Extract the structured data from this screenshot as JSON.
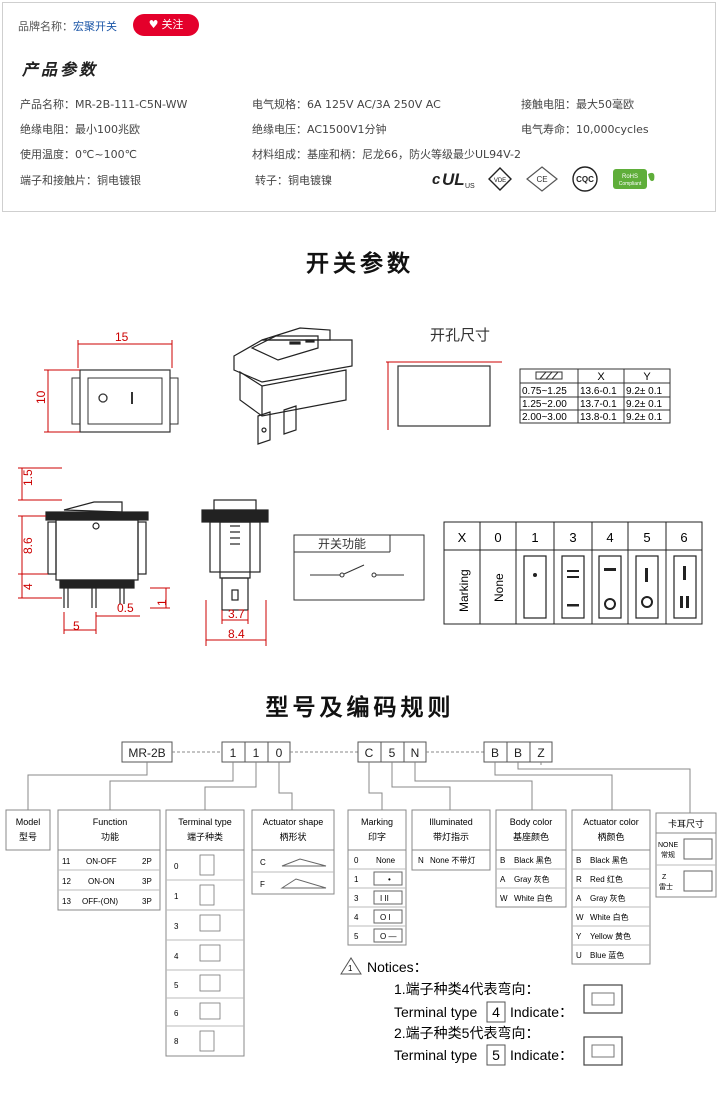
{
  "header": {
    "brand_label": "品牌名称：",
    "brand_value": "宏聚开关",
    "follow_label": "关注",
    "section_title": "产品参数"
  },
  "specs": [
    {
      "label": "产品名称：",
      "value": "MR-2B-111-C5N-WW"
    },
    {
      "label": "电气规格：",
      "value": "6A  125V  AC/3A 250V  AC"
    },
    {
      "label": "接触电阻：",
      "value": "最大50毫欧"
    },
    {
      "label": "绝缘电阻：",
      "value": "最小100兆欧"
    },
    {
      "label": "绝缘电压：",
      "value": "AC1500V1分钟"
    },
    {
      "label": "电气寿命：",
      "value": "10,000cycles"
    },
    {
      "label": "使用温度：",
      "value": "0℃~100℃"
    },
    {
      "label": "材料组成：",
      "value": "基座和柄：尼龙66，防火等级最少UL94V-2"
    },
    {
      "label": "端子和接触片：",
      "value": "铜电镀银"
    },
    {
      "label": "转子：",
      "value": "铜电镀镍"
    }
  ],
  "certs": [
    "cULus",
    "VDE",
    "CE",
    "CQC",
    "RoHS"
  ],
  "section1": {
    "title": "开关参数",
    "panel_title": "开孔尺寸",
    "function_title": "开关功能",
    "dims": {
      "w15": "15",
      "h10": "10",
      "d15": "1.5",
      "d86": "8.6",
      "d4": "4",
      "d05": "0.5",
      "d5": "5",
      "d1": "1",
      "d37": "3.7",
      "d84": "8.4"
    },
    "panel_table": {
      "headers": [
        "",
        "X",
        "Y"
      ],
      "rows": [
        [
          "0.75~1.25",
          "13.6-0.1",
          "9.2± 0.1"
        ],
        [
          "1.25~2.00",
          "13.7-0.1",
          "9.2± 0.1"
        ],
        [
          "2.00~3.00",
          "13.8-0.1",
          "9.2± 0.1"
        ]
      ]
    },
    "marking_table": {
      "x_label": "X",
      "marking_label": "Marking",
      "codes": [
        "0",
        "1",
        "3",
        "4",
        "5",
        "6"
      ],
      "none_label": "None"
    }
  },
  "section2": {
    "title": "型号及编码规则",
    "code": {
      "prefix": "MR-2B",
      "digits1": [
        "1",
        "1",
        "0"
      ],
      "digits2": [
        "C",
        "5",
        "N"
      ],
      "digits3": [
        "B",
        "B",
        "Z"
      ]
    },
    "columns": {
      "model": {
        "title": "Model",
        "cn": "型号"
      },
      "function": {
        "title": "Function",
        "cn": "功能",
        "rows": [
          [
            "11",
            "ON-OFF",
            "2P"
          ],
          [
            "12",
            "ON-ON",
            "3P"
          ],
          [
            "13",
            "OFF-(ON)",
            "3P"
          ]
        ]
      },
      "terminal": {
        "title": "Terminal type",
        "cn": "端子种类",
        "codes": [
          "0",
          "1",
          "3",
          "4",
          "5",
          "6",
          "8"
        ]
      },
      "actuator": {
        "title": "Actuator shape",
        "cn": "柄形状",
        "codes": [
          "C",
          "F"
        ]
      },
      "marking": {
        "title": "Marking",
        "cn": "印字",
        "rows": [
          [
            "0",
            "None"
          ],
          [
            "1",
            "•"
          ],
          [
            "3",
            "I  II"
          ],
          [
            "4",
            "O  I"
          ],
          [
            "5",
            "O  —"
          ]
        ]
      },
      "illuminated": {
        "title": "Illuminated",
        "cn": "带灯指示",
        "rows": [
          [
            "N",
            "None 不带灯"
          ]
        ]
      },
      "body": {
        "title": "Body color",
        "cn": "基座颜色",
        "rows": [
          [
            "B",
            "Black 黑色"
          ],
          [
            "A",
            "Gray 灰色"
          ],
          [
            "W",
            "White 白色"
          ]
        ]
      },
      "act_color": {
        "title": "Actuator color",
        "cn": "柄颜色",
        "rows": [
          [
            "B",
            "Black 黑色"
          ],
          [
            "R",
            "Red 红色"
          ],
          [
            "A",
            "Gray 灰色"
          ],
          [
            "W",
            "White 白色"
          ],
          [
            "Y",
            "Yellow 黄色"
          ],
          [
            "U",
            "Blue 蓝色"
          ]
        ]
      },
      "clip": {
        "title": "卡耳尺寸",
        "rows": [
          [
            "NONE",
            "常规"
          ],
          [
            "Z",
            "雷士"
          ]
        ]
      }
    },
    "notices": {
      "mark": "1",
      "title": "Notices：",
      "line1": "1.端子种类4代表弯向：",
      "line2a": "Terminal type",
      "line2b": "4",
      "line2c": "Indicate：",
      "line3": "2.端子种类5代表弯向：",
      "line4a": "Terminal type",
      "line4b": "5",
      "line4c": "Indicate："
    }
  }
}
